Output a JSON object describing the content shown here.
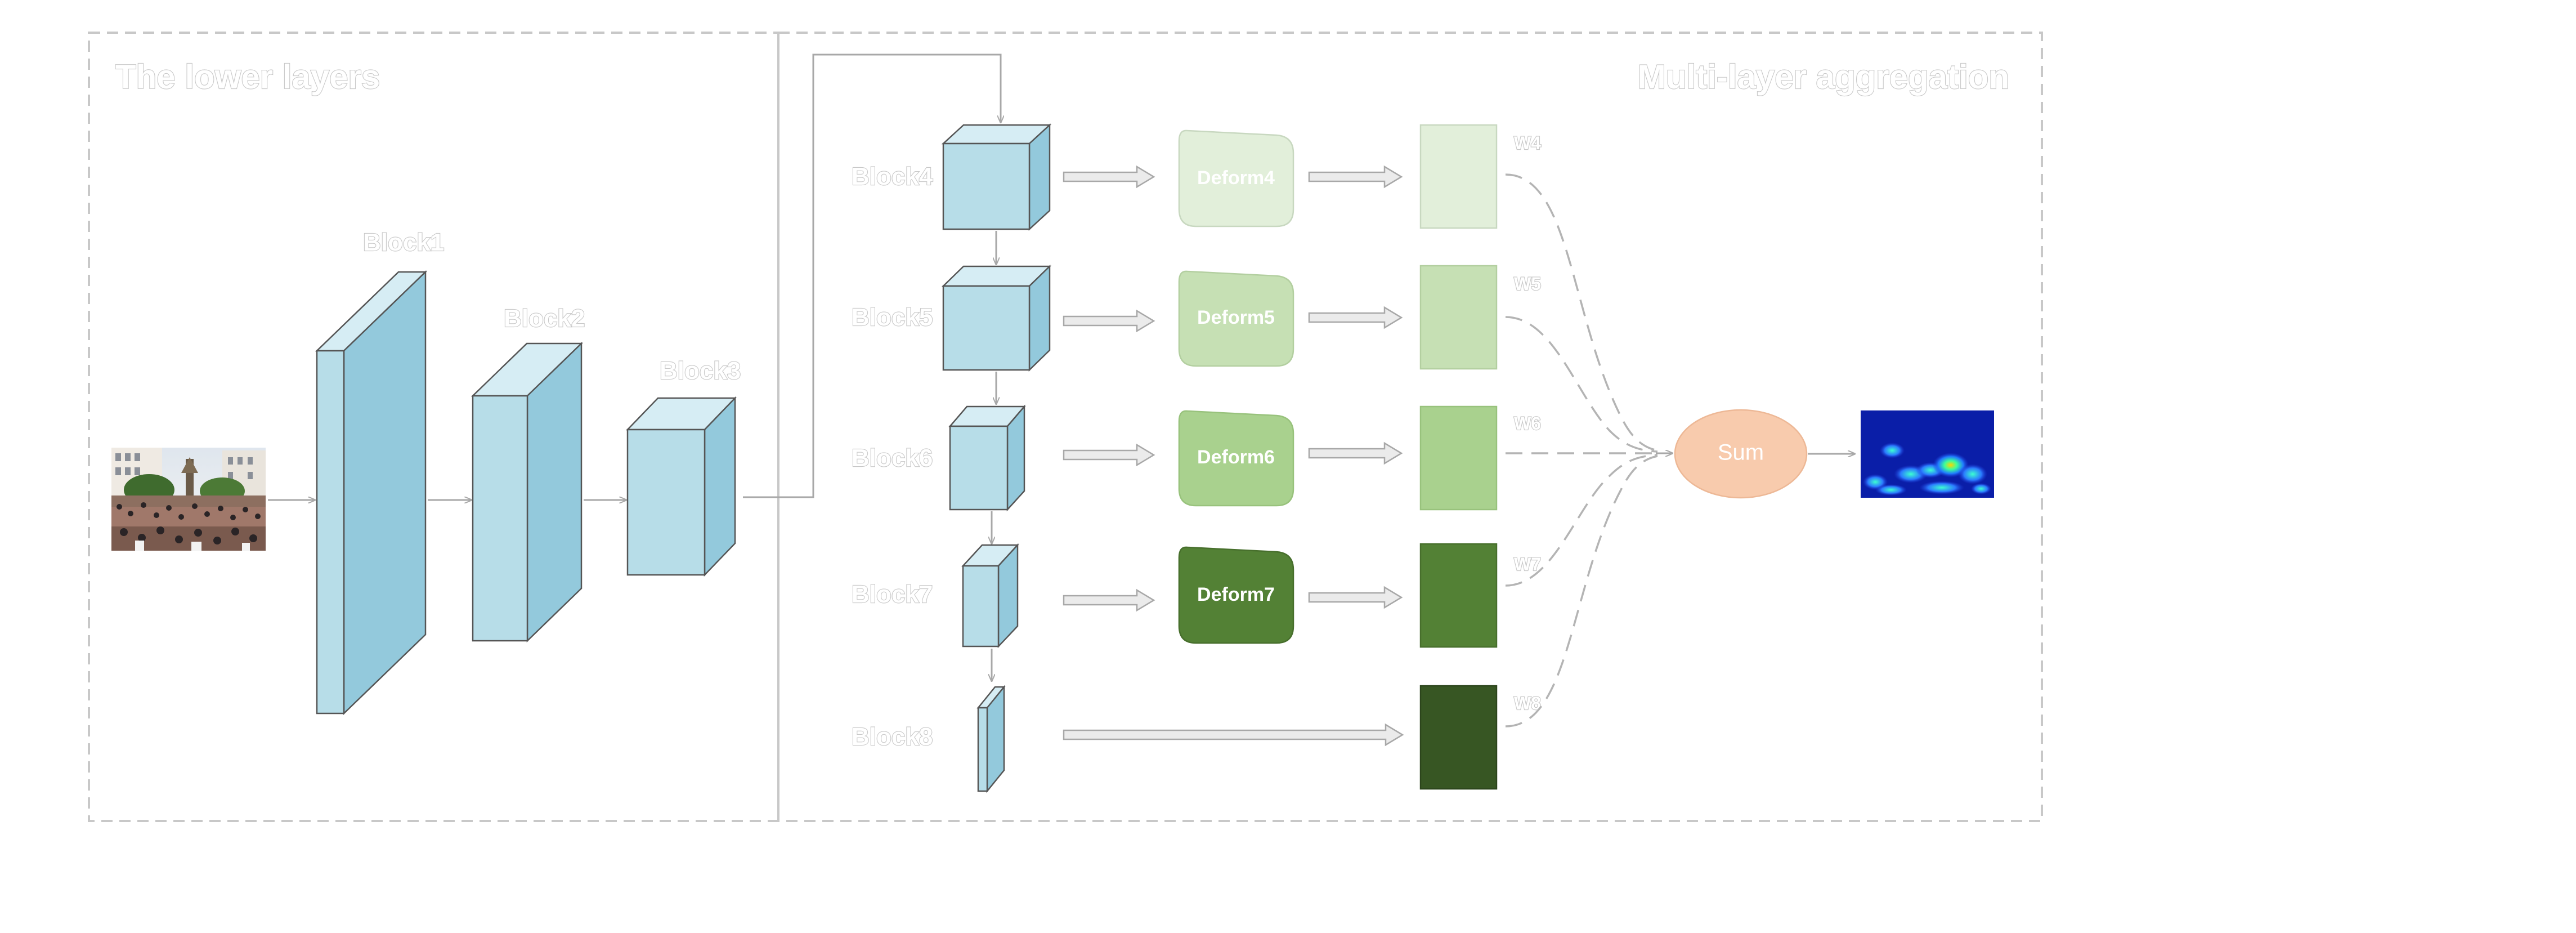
{
  "regions": {
    "lower_title": "The lower layers",
    "aggregation_title": "Multi-layer aggregation"
  },
  "lower_blocks": [
    "Block1",
    "Block2",
    "Block3"
  ],
  "upper_blocks": [
    "Block4",
    "Block5",
    "Block6",
    "Block7",
    "Block8"
  ],
  "deform_modules": [
    "Deform4",
    "Deform5",
    "Deform6",
    "Deform7"
  ],
  "weights": [
    "W4",
    "W5",
    "W6",
    "W7",
    "W8"
  ],
  "sum_label": "Sum",
  "colors": {
    "block_face": "#b7dde8",
    "block_side": "#93c9dc",
    "deform4": "#e2efda",
    "deform5": "#c6e0b4",
    "deform6": "#a9d18e",
    "deform7": "#538135",
    "feature4": "#e2efda",
    "feature5": "#c6e0b4",
    "feature6": "#a9d18e",
    "feature7": "#538135",
    "feature8": "#375623",
    "sum": "#f8cbad",
    "density_map": "#0a1ea8"
  },
  "images": {
    "input": "crowd-photo",
    "output": "density-map"
  }
}
